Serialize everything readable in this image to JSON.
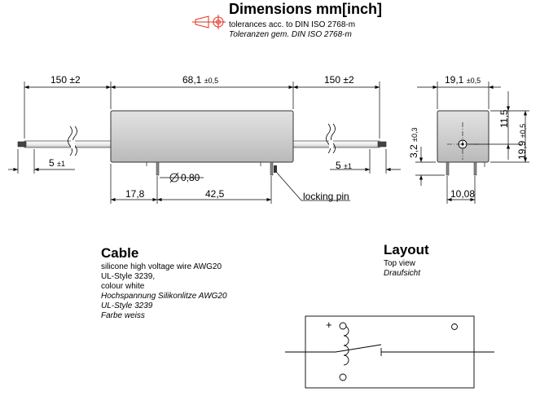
{
  "header": {
    "title": "Dimensions mm[inch]",
    "tolerance_line": "tolerances acc. to DIN ISO 2768-m",
    "tolerance_line_de": "Toleranzen gem. DIN ISO 2768-m"
  },
  "front_view": {
    "cable_left": {
      "value": "150",
      "tol": "±2"
    },
    "body_length": {
      "value": "68,1",
      "tol": "±0,5"
    },
    "cable_right": {
      "value": "150",
      "tol": "±2"
    },
    "strip_left": {
      "value": "5",
      "tol": "±1"
    },
    "strip_right": {
      "value": "5",
      "tol": "±1"
    },
    "pin_diameter": "0,80",
    "pin_offset": "17,8",
    "pin_spacing": "42,5",
    "locking_pin": "locking pin"
  },
  "side_view": {
    "width": {
      "value": "19,1",
      "tol": "±0,5"
    },
    "height": {
      "value": "19,9",
      "tol": "±0,5"
    },
    "center_height": "11,5",
    "pin_length": {
      "value": "3,2",
      "tol": "±0,3"
    },
    "pin_spacing": "10,08"
  },
  "cable": {
    "title": "Cable",
    "lines": [
      "silicone high voltage wire AWG20",
      "UL-Style 3239,",
      "colour white"
    ],
    "lines_de": [
      "Hochspannung Silikonlitze AWG20",
      "UL-Style 3239",
      "Farbe weiss"
    ]
  },
  "layout": {
    "title": "Layout",
    "subtitle": "Top view",
    "subtitle_de": "Draufsicht",
    "plus_sign": "+"
  }
}
